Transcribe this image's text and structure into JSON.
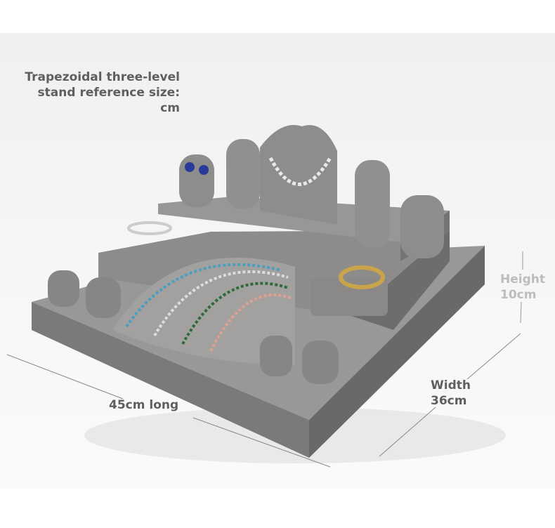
{
  "title": {
    "line1": "Trapezoidal three-level",
    "line2": "stand reference size:",
    "line3": "cm"
  },
  "height": {
    "label": "Height",
    "value": "10cm"
  },
  "width": {
    "label": "Width",
    "value": "36cm"
  },
  "length": {
    "label": "45cm long"
  },
  "colors": {
    "stand": "#8a8886",
    "text": "#5f5f5f",
    "height_text": "#bdbdbd"
  }
}
